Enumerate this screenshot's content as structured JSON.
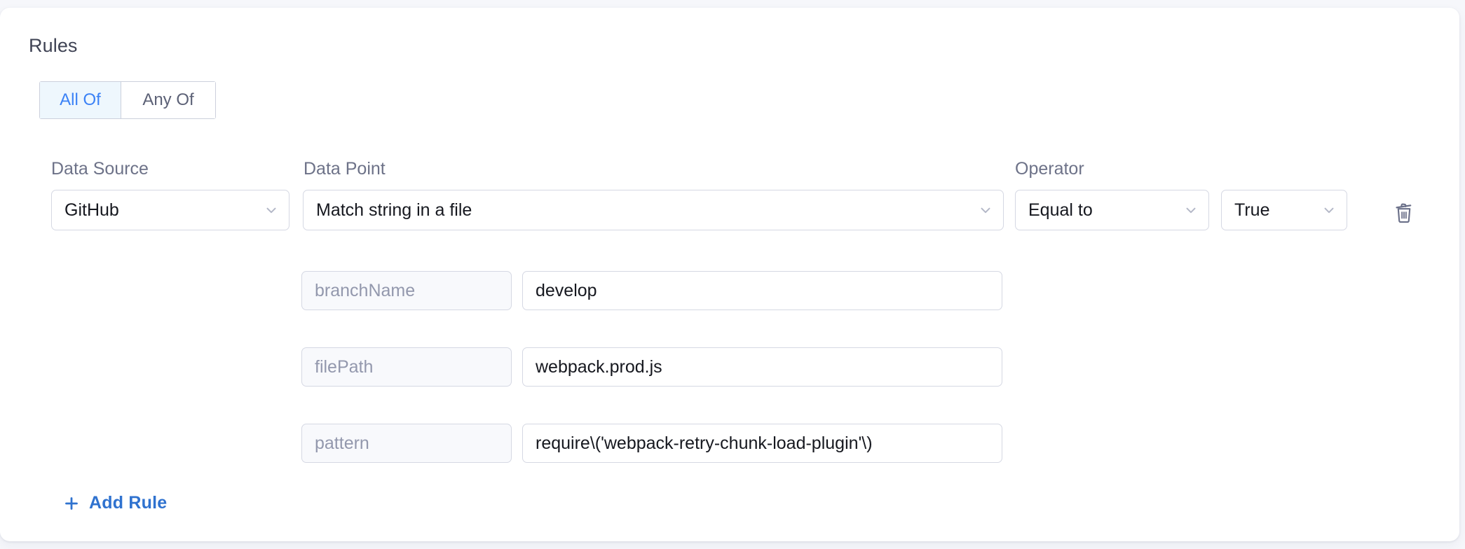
{
  "section": {
    "title": "Rules"
  },
  "match_toggle": {
    "options": [
      {
        "label": "All Of",
        "selected": true
      },
      {
        "label": "Any Of",
        "selected": false
      }
    ],
    "active_color": "#3b82f6",
    "active_background": "#eef7fd"
  },
  "columns": {
    "data_source": "Data Source",
    "data_point": "Data Point",
    "operator": "Operator"
  },
  "rule": {
    "data_source": "GitHub",
    "data_point": "Match string in a file",
    "operator": "Equal to",
    "operator_value": "True",
    "delete_icon": "trash-icon",
    "chevron_icon": "chevron-down-icon",
    "parameters": [
      {
        "key": "branchName",
        "value": "develop"
      },
      {
        "key": "filePath",
        "value": "webpack.prod.js"
      },
      {
        "key": "pattern",
        "value": "require\\('webpack-retry-chunk-load-plugin'\\)"
      }
    ]
  },
  "actions": {
    "add_rule_label": "Add Rule",
    "add_rule_icon": "plus-icon",
    "add_rule_color": "#2f72cf"
  }
}
